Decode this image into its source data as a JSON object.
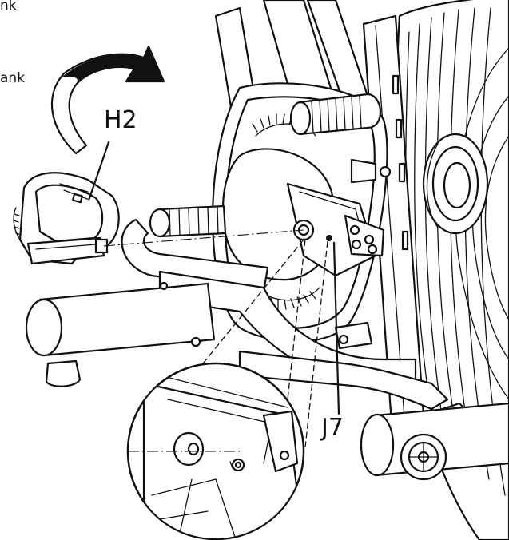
{
  "labels": {
    "top_partial": "nk",
    "left_partial": "ank",
    "pedal_callout": "H2",
    "screw_callout": "J7"
  },
  "colors": {
    "ink": "#111111",
    "paper": "#ffffff"
  }
}
